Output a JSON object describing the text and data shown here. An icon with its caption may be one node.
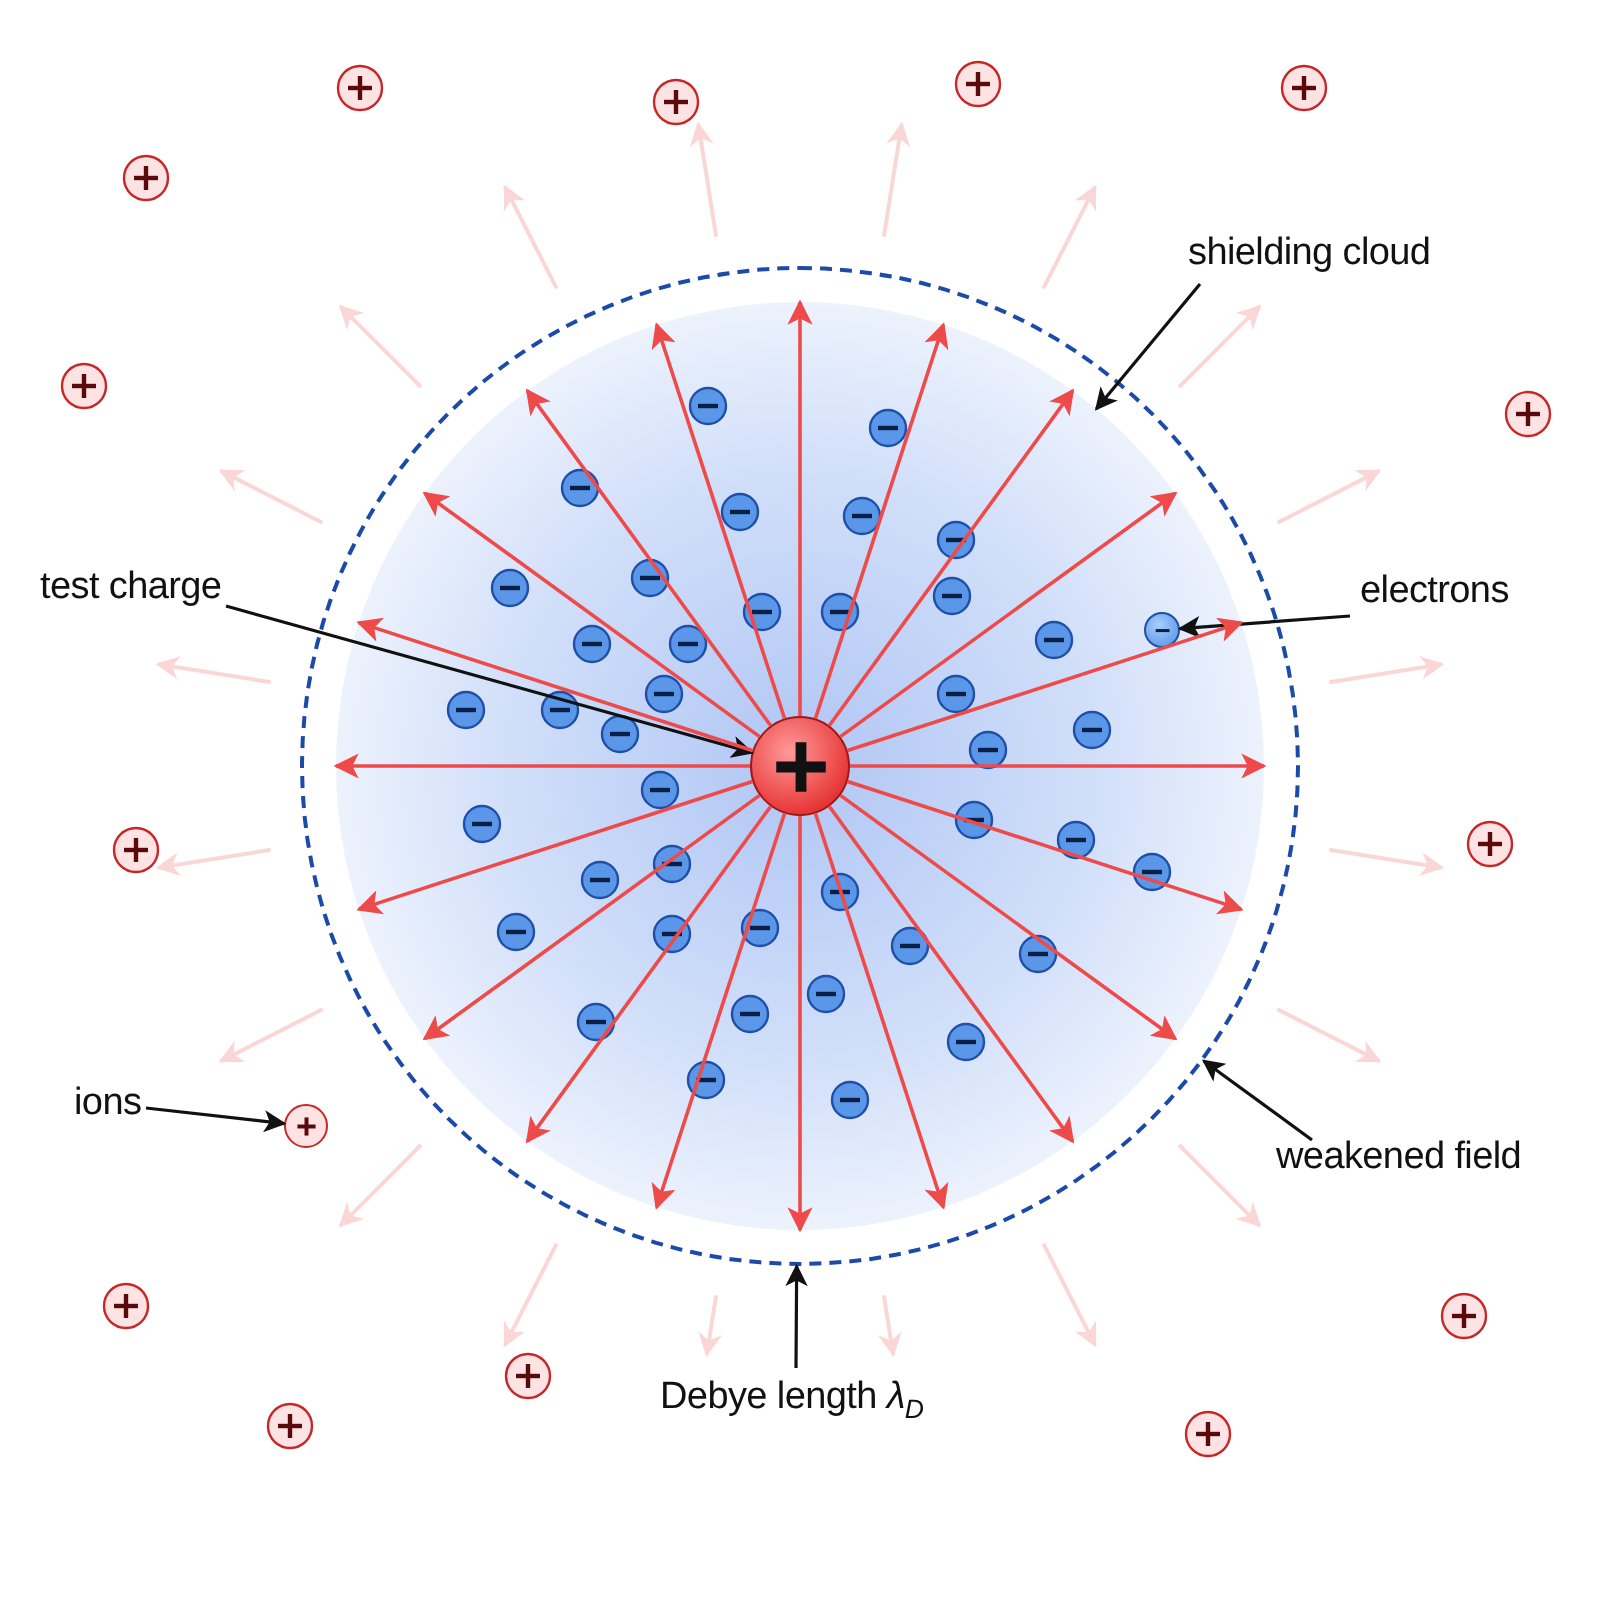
{
  "diagram": {
    "nodes": [
      {
        "text": [
          "test charge"
        ]
      },
      {
        "text": [],
        "shape": "circle",
        "in": 3
      },
      {
        "text": [
          "shielding cloud"
        ]
      },
      {
        "text": [],
        "shape": "cloud",
        "in": 9
      },
      {
        "text": [
          "electrons"
        ]
      },
      {
        "text": [],
        "shape": "circle",
        "in": 3
      },
      {
        "text": [
          "ions"
        ]
      },
      {
        "text": [],
        "shape": "circle"
      },
      {
        "text": [
          "weakened field"
        ]
      },
      {
        "text": [],
        "shape": "circle"
      },
      {
        "text": [
          "Debye length *λ*$_{D}$"
        ]
      }
    ],
    "edges": [
      {
        "from": 0,
        "to": 1,
        "arrow": "to",
        "color": "#111111"
      },
      {
        "from": 2,
        "to": 3,
        "arrow": "to",
        "color": "#111111"
      },
      {
        "from": 4,
        "to": 5,
        "arrow": "to",
        "color": "#111111"
      },
      {
        "from": 6,
        "to": 7,
        "arrow": "to",
        "color": "#111111"
      },
      {
        "from": 8,
        "to": 9,
        "arrow": "to",
        "color": "#111111"
      },
      {
        "from": 10,
        "to": 9,
        "arrow": "to",
        "color": "#111111"
      },
      {
        "from": 1,
        "to": 3,
        "arrow": "to"
      },
      {
        "from": 1,
        "to": 3,
        "arrow": "to"
      },
      {
        "from": 1,
        "to": 3,
        "arrow": "to"
      },
      {
        "from": 1,
        "to": 3,
        "arrow": "to"
      },
      {
        "from": 1,
        "to": 3,
        "arrow": "to"
      },
      {
        "from": 1,
        "to": 3,
        "arrow": "to"
      },
      {
        "from": 1,
        "to": 3,
        "arrow": "to"
      },
      {
        "from": 1,
        "to": 3,
        "arrow": "to"
      },
      {
        "from": 1,
        "to": 3,
        "arrow": "to"
      },
      {
        "from": 1,
        "to": 3,
        "arrow": "to"
      },
      {
        "from": 1,
        "to": 3,
        "arrow": "to"
      },
      {
        "from": 1,
        "to": 3,
        "arrow": "to"
      },
      {
        "from": 1,
        "to": 3,
        "arrow": "to"
      },
      {
        "from": 1,
        "to": 3,
        "arrow": "to"
      },
      {
        "from": 1,
        "to": 3,
        "arrow": "to"
      },
      {
        "from": 1,
        "to": 3,
        "arrow": "to"
      },
      {
        "from": 1,
        "to": 3,
        "arrow": "to"
      },
      {
        "from": 1,
        "to": 3,
        "arrow": "to"
      },
      {
        "from": 1,
        "to": 3,
        "arrow": "to"
      },
      {
        "from": 1,
        "to": 3,
        "arrow": "to"
      }
    ]
  }
}
